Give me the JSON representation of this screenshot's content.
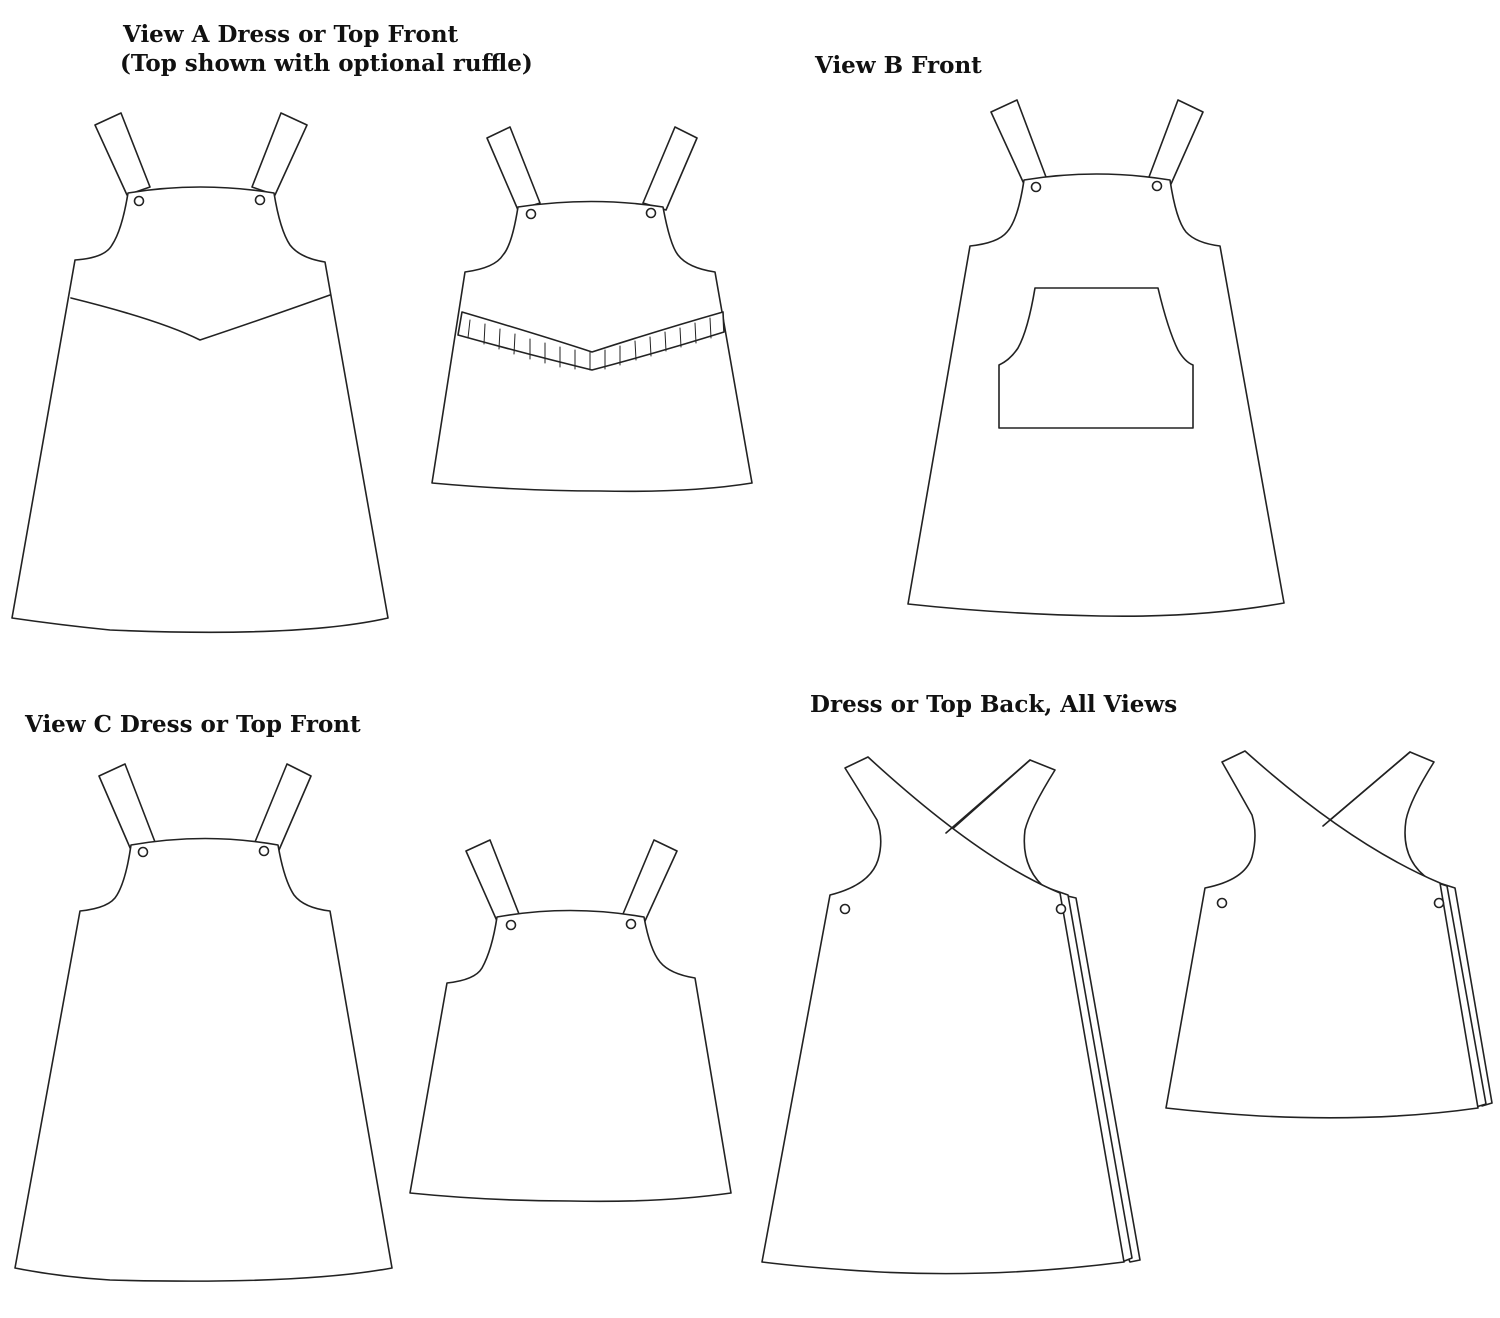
{
  "labels": {
    "view_a_title": "View A Dress or Top Front",
    "view_a_note": "(Top shown with optional ruffle)",
    "view_b_title": "View B Front",
    "view_c_title": "View C Dress or Top Front",
    "back_title": "Dress or Top Back, All Views"
  },
  "colors": {
    "line": "#222222",
    "fill": "#ffffff",
    "text": "#111111"
  }
}
